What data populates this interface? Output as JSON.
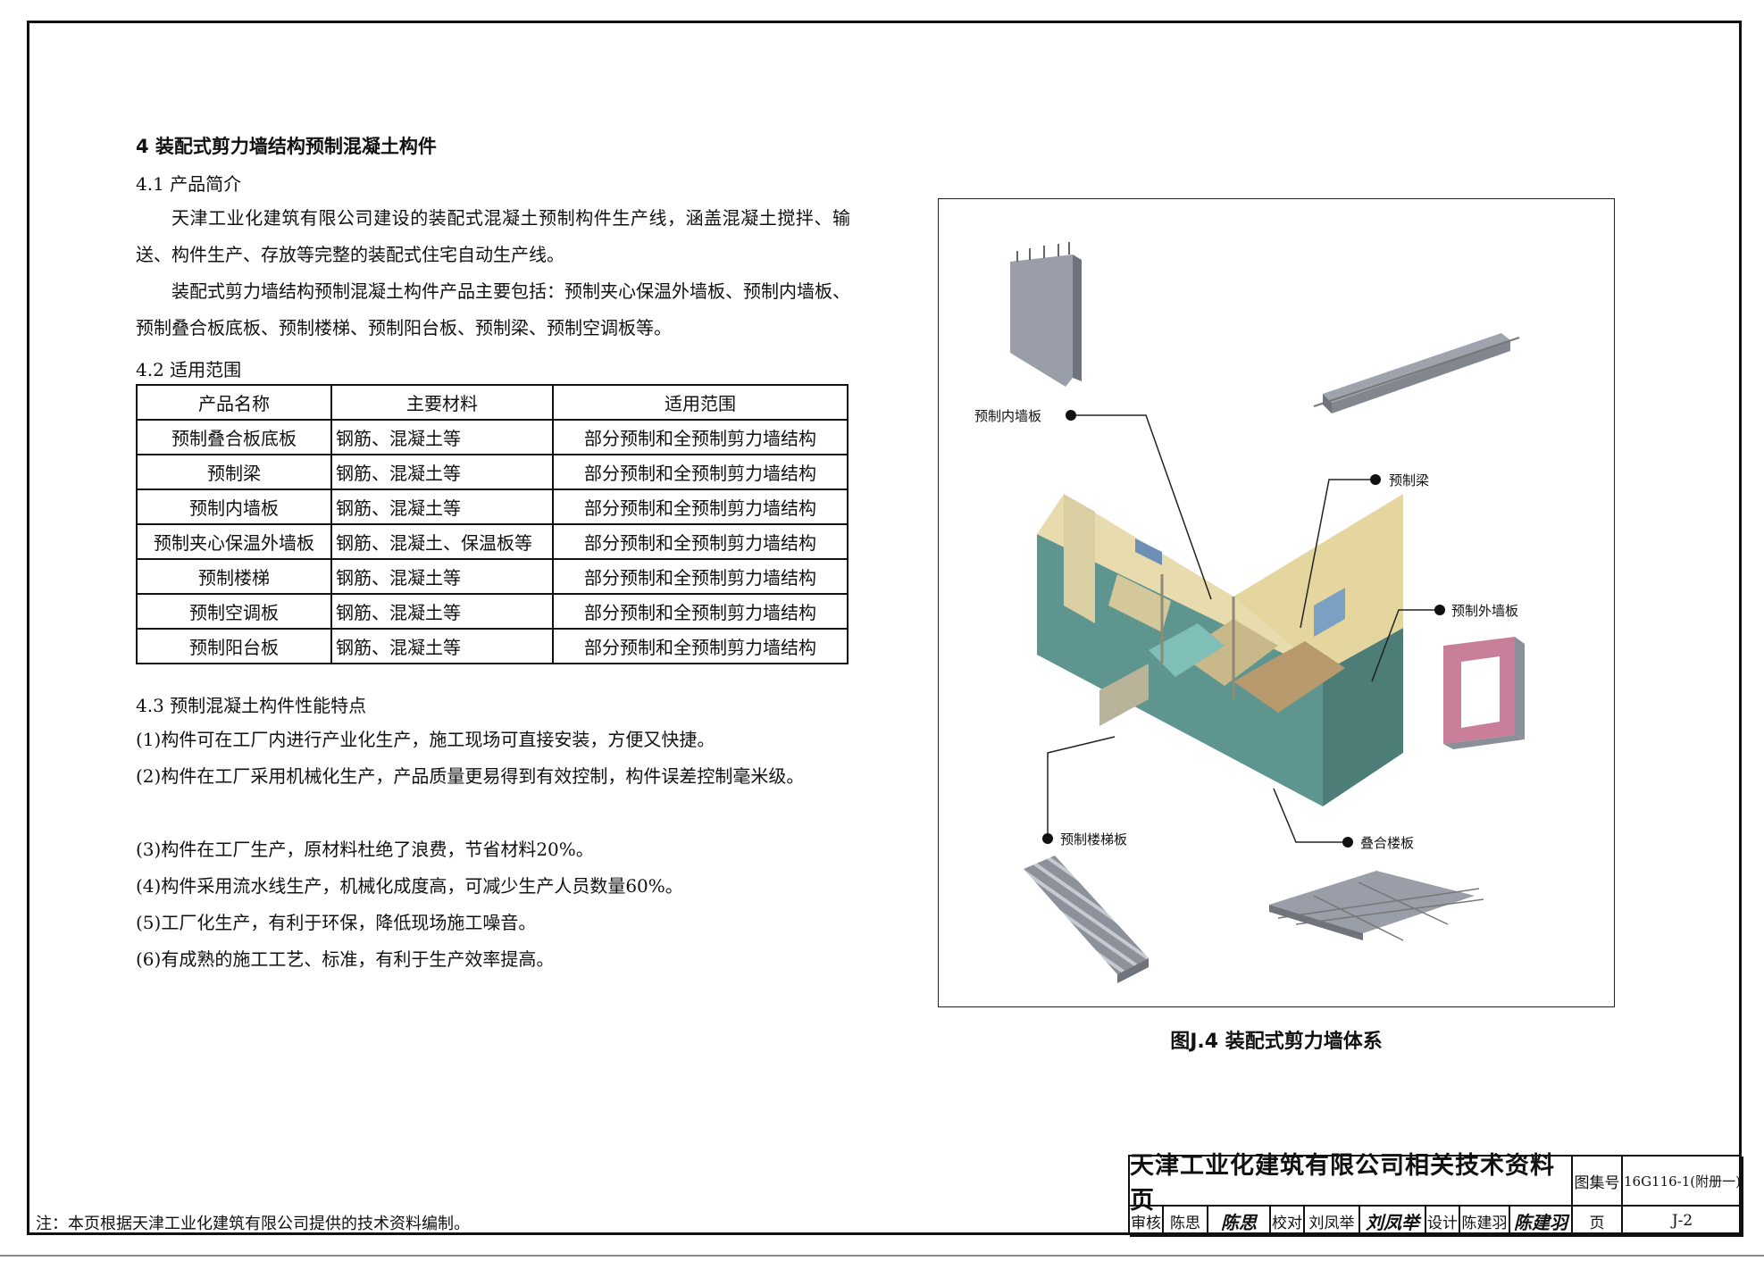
{
  "section": {
    "title": "4   装配式剪力墙结构预制混凝土构件",
    "s41_title": "4.1  产品简介",
    "s41_p1": "天津工业化建筑有限公司建设的装配式混凝土预制构件生产线，涵盖混凝土搅拌、输送、构件生产、存放等完整的装配式住宅自动生产线。",
    "s41_p2": "装配式剪力墙结构预制混凝土构件产品主要包括：预制夹心保温外墙板、预制内墙板、预制叠合板底板、预制楼梯、预制阳台板、预制梁、预制空调板等。",
    "s42_title": "4.2  适用范围",
    "s43_title": "4.3  预制混凝土构件性能特点",
    "features": [
      "(1)构件可在工厂内进行产业化生产，施工现场可直接安装，方便又快捷。",
      "(2)构件在工厂采用机械化生产，产品质量更易得到有效控制，构件误差控制毫米级。",
      "(3)构件在工厂生产，原材料杜绝了浪费，节省材料20%。",
      "(4)构件采用流水线生产，机械化成度高，可减少生产人员数量60%。",
      "(5)工厂化生产，有利于环保，降低现场施工噪音。",
      "(6)有成熟的施工工艺、标准，有利于生产效率提高。"
    ]
  },
  "table": {
    "headers": [
      "产品名称",
      "主要材料",
      "适用范围"
    ],
    "rows": [
      [
        "预制叠合板底板",
        "钢筋、混凝土等",
        "部分预制和全预制剪力墙结构"
      ],
      [
        "预制梁",
        "钢筋、混凝土等",
        "部分预制和全预制剪力墙结构"
      ],
      [
        "预制内墙板",
        "钢筋、混凝土等",
        "部分预制和全预制剪力墙结构"
      ],
      [
        "预制夹心保温外墙板",
        "钢筋、混凝土、保温板等",
        "部分预制和全预制剪力墙结构"
      ],
      [
        "预制楼梯",
        "钢筋、混凝土等",
        "部分预制和全预制剪力墙结构"
      ],
      [
        "预制空调板",
        "钢筋、混凝土等",
        "部分预制和全预制剪力墙结构"
      ],
      [
        "预制阳台板",
        "钢筋、混凝土等",
        "部分预制和全预制剪力墙结构"
      ]
    ]
  },
  "figure": {
    "caption": "图J.4  装配式剪力墙体系",
    "labels": {
      "inner_wall": "预制内墙板",
      "beam": "预制梁",
      "outer_wall": "预制外墙板",
      "stair": "预制楼梯板",
      "slab": "叠合楼板"
    }
  },
  "note": "注：本页根据天津工业化建筑有限公司提供的技术资料编制。",
  "title_block": {
    "main_title": "天津工业化建筑有限公司相关技术资料页",
    "atlas_label": "图集号",
    "atlas_value": "16G116-1(附册一)",
    "review_label": "审核",
    "review_name": "陈思",
    "check_label": "校对",
    "check_name": "刘凤举",
    "design_label": "设计",
    "design_name": "陈建羽",
    "page_label": "页",
    "page_value": "J-2"
  },
  "colors": {
    "wall_gray": "#9a9ea8",
    "house_teal": "#5f958f",
    "house_beige": "#e8dcae",
    "outer_wall_pink": "#c97f9a"
  }
}
